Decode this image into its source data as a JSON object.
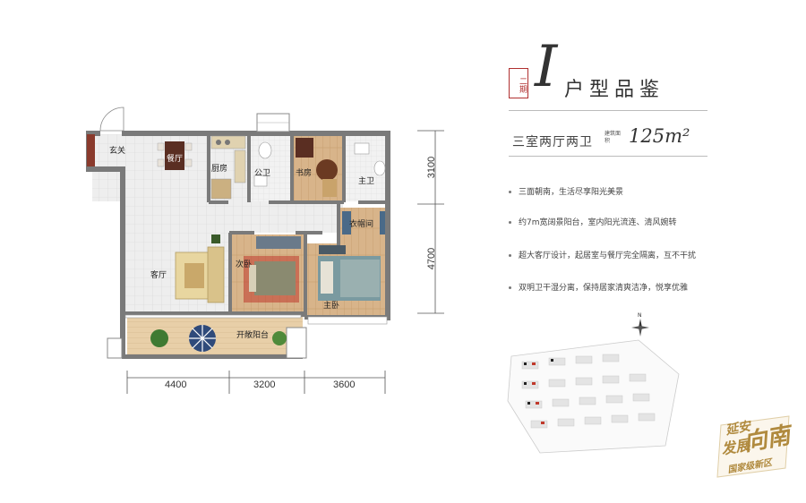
{
  "header": {
    "phase_badge": "二期",
    "roman_numeral": "I",
    "title": "户型品鉴"
  },
  "summary": {
    "layout_type": "三室两厅两卫",
    "area_caption": "建筑面积",
    "area_value": "125m²"
  },
  "features": [
    "三面朝南，生活尽享阳光美景",
    "约7m宽阔景阳台，室内阳光流连、清风婉转",
    "超大客厅设计，起居室与餐厅完全隔离，互不干扰",
    "双明卫干湿分离，保持居家清爽洁净，悦享优雅"
  ],
  "floor_plan": {
    "rooms": {
      "entrance": "玄关",
      "dining": "餐厅",
      "kitchen": "厨房",
      "public_bath": "公卫",
      "study": "书房",
      "master_bath": "主卫",
      "closet": "衣帽间",
      "living": "客厅",
      "second_bedroom": "次卧",
      "master_bedroom": "主卧",
      "balcony": "开敞阳台"
    },
    "dimensions": {
      "bottom": [
        "4400",
        "3200",
        "3600"
      ],
      "right": [
        "3100",
        "4700"
      ]
    }
  },
  "compass": {
    "label": "N"
  },
  "logo": {
    "line1": "延安",
    "line2": "发展",
    "line3": "向南",
    "line4": "国家级新区"
  },
  "colors": {
    "accent": "#b03030",
    "logo_gold": "#b08a3e",
    "wall": "#7a7a7a",
    "floor_tile": "#ececec"
  }
}
